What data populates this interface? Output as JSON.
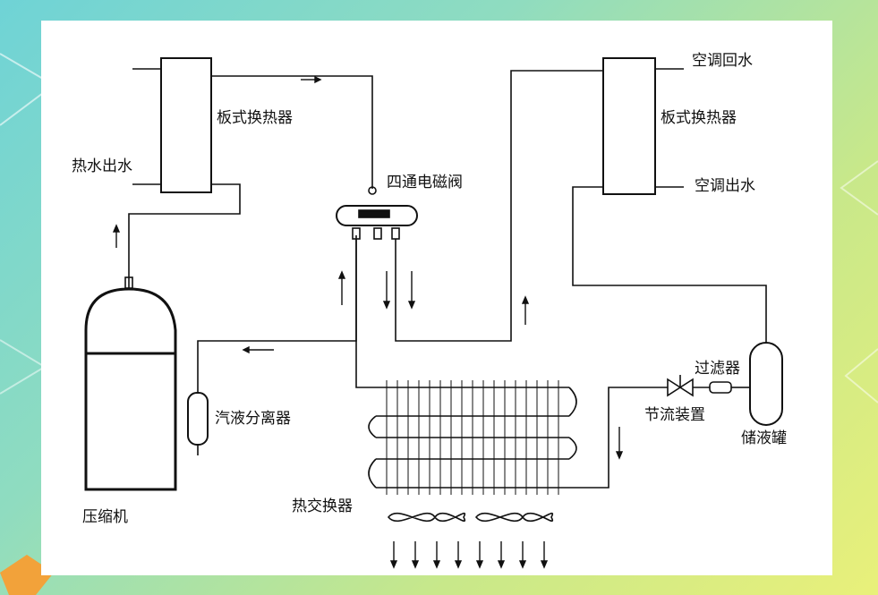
{
  "labels": {
    "plate_hx_left": "板式换热器",
    "hot_water_out": "热水出水",
    "four_way_valve": "四通电磁阀",
    "ac_return_water": "空调回水",
    "plate_hx_right": "板式换热器",
    "ac_out_water": "空调出水",
    "gas_liquid_separator": "汽液分离器",
    "filter": "过滤器",
    "throttle_device": "节流装置",
    "receiver_tank": "储液罐",
    "compressor": "压缩机",
    "heat_exchanger": "热交换器"
  },
  "colors": {
    "line": "#111111",
    "background_teal": "#6fd3d6",
    "background_yellow": "#e9f07a",
    "panel": "#ffffff"
  }
}
